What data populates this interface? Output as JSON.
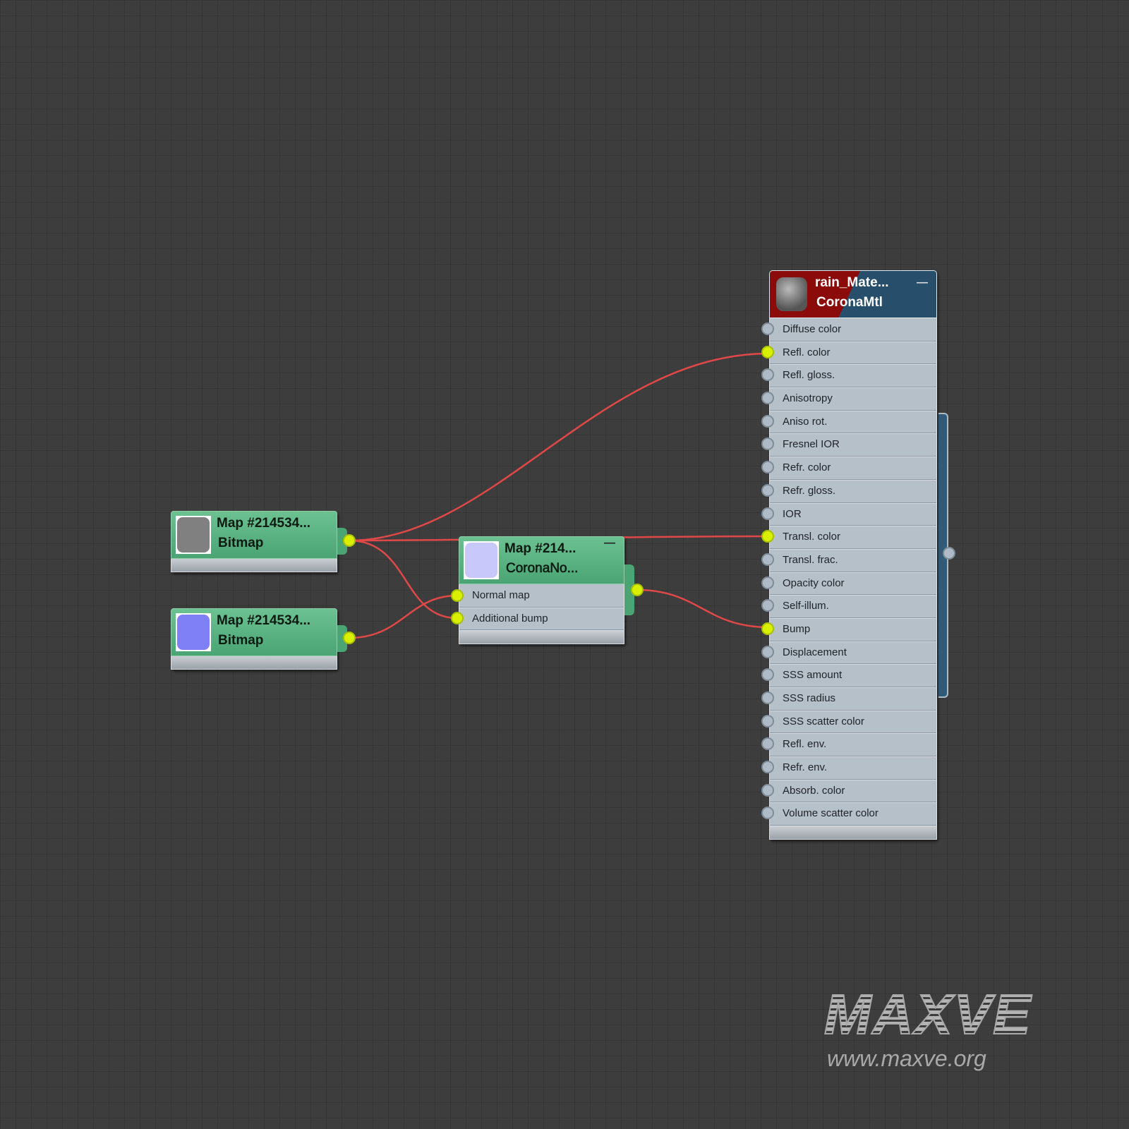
{
  "nodes": {
    "bitmap1": {
      "title": "Map #214534...",
      "type": "Bitmap",
      "thumb_color": "#808080"
    },
    "bitmap2": {
      "title": "Map #214534...",
      "type": "Bitmap",
      "thumb_color": "#7f7ff6"
    },
    "normal": {
      "title": "Map #214...",
      "type": "CoronaNo...",
      "thumb_color": "#c8c8fa",
      "minimize": "—",
      "inputs": [
        "Normal map",
        "Additional bump"
      ]
    },
    "material": {
      "title": "rain_Mate...",
      "type": "CoronaMtl",
      "minimize": "—",
      "slots": [
        "Diffuse color",
        "Refl. color",
        "Refl. gloss.",
        "Anisotropy",
        "Aniso rot.",
        "Fresnel IOR",
        "Refr. color",
        "Refr. gloss.",
        "IOR",
        "Transl. color",
        "Transl. frac.",
        "Opacity color",
        "Self-illum.",
        "Bump",
        "Displacement",
        "SSS amount",
        "SSS radius",
        "SSS scatter color",
        "Refl. env.",
        "Refr. env.",
        "Absorb. color",
        "Volume scatter color"
      ],
      "connected": [
        "Refl. color",
        "Transl. color",
        "Bump"
      ]
    }
  },
  "wire_color": "#e04848",
  "watermark": {
    "logo": "MAXVE",
    "url": "www.maxve.org"
  }
}
